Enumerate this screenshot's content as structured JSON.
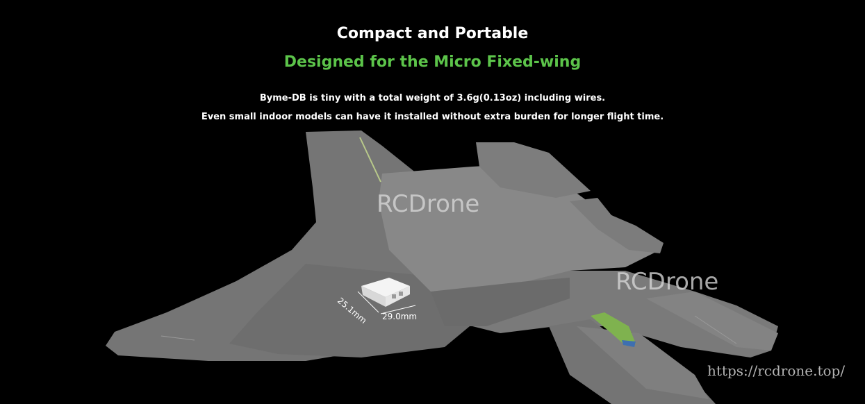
{
  "title": "Compact and Portable",
  "subtitle": "Designed for the Micro Fixed-wing",
  "description": [
    "Byme-DB is tiny with a total weight of 3.6g(0.13oz) including wires.",
    "Even small indoor models can have it installed without extra burden for longer flight time."
  ],
  "dimensions": {
    "width": "29.0mm",
    "height": "25.1mm"
  },
  "watermarks": [
    "RCDrone",
    "RCDrone"
  ],
  "url": "https://rcdrone.top/",
  "colors": {
    "background": "#000000",
    "accent": "#5cc44a",
    "airframe": "#7a7a7a"
  }
}
